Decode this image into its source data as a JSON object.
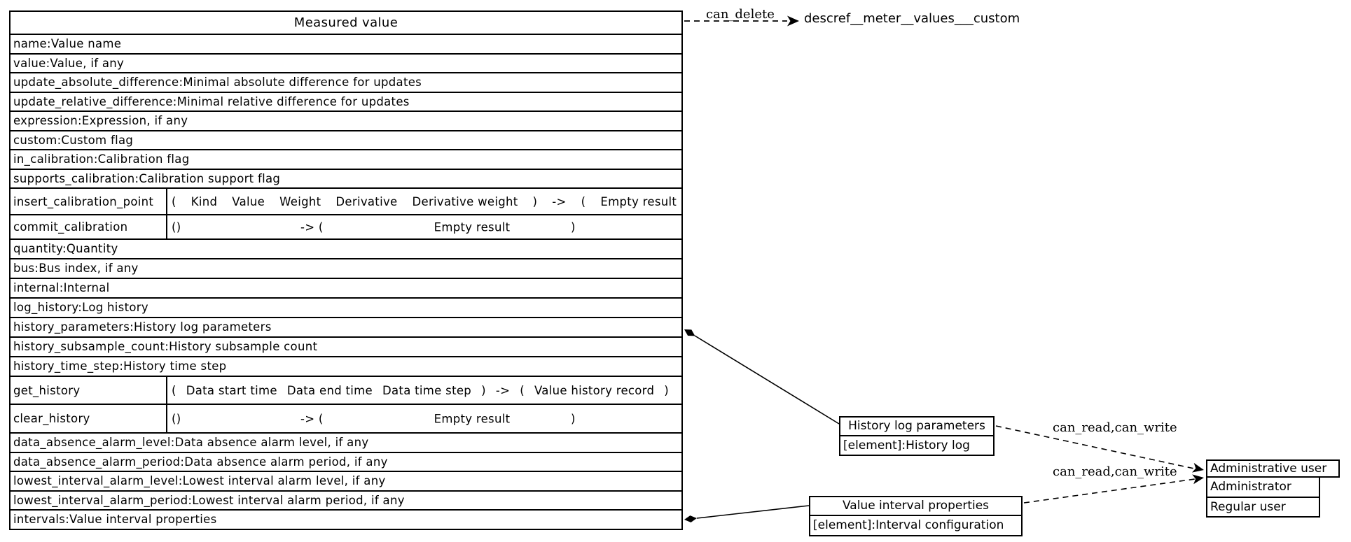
{
  "colors": {
    "line": "#000000",
    "background": "#ffffff"
  },
  "mv": {
    "title": "Measured value",
    "rows_a": [
      "name:Value name",
      "value:Value, if any",
      "update_absolute_difference:Minimal absolute difference for updates",
      "update_relative_difference:Minimal relative difference for updates",
      "expression:Expression, if any",
      "custom:Custom flag",
      "in_calibration:Calibration flag",
      "supports_calibration:Calibration support flag"
    ],
    "insert": {
      "name": "insert_calibration_point",
      "tokens": [
        "(",
        "Kind",
        "Value",
        "Weight",
        "Derivative",
        "Derivative weight",
        ")",
        "->",
        "(",
        "Empty result",
        ")"
      ]
    },
    "commit": {
      "name": "commit_calibration",
      "p1": "()",
      "p2": "-> (",
      "p3": "Empty result",
      "p4": ")"
    },
    "rows_b": [
      "quantity:Quantity",
      "bus:Bus index, if any",
      "internal:Internal",
      "log_history:Log history",
      "history_parameters:History log parameters",
      "history_subsample_count:History subsample count",
      "history_time_step:History time step"
    ],
    "get": {
      "name": "get_history",
      "tokens": [
        "(",
        "Data start time",
        "Data end time",
        "Data time step",
        ")",
        "->",
        "(",
        "Value history record",
        ")"
      ]
    },
    "clear": {
      "name": "clear_history",
      "p1": "()",
      "p2": "-> (",
      "p3": "Empty result",
      "p4": ")"
    },
    "rows_c": [
      "data_absence_alarm_level:Data absence alarm level, if any",
      "data_absence_alarm_period:Data absence alarm period, if any",
      "lowest_interval_alarm_level:Lowest interval alarm level, if any",
      "lowest_interval_alarm_period:Lowest interval alarm period, if any",
      "intervals:Value interval properties"
    ]
  },
  "history_box": {
    "title": "History log parameters",
    "row": "[element]:History log"
  },
  "interval_box": {
    "title": "Value interval properties",
    "row": "[element]:Interval configuration"
  },
  "user_box": {
    "title": "Administrative user",
    "rows": [
      "Administrator",
      "Regular user"
    ]
  },
  "edges": {
    "can_delete_label": "can_delete",
    "can_delete_target": "descref__meter__values___custom",
    "rw1": "can_read,can_write",
    "rw2": "can_read,can_write"
  }
}
